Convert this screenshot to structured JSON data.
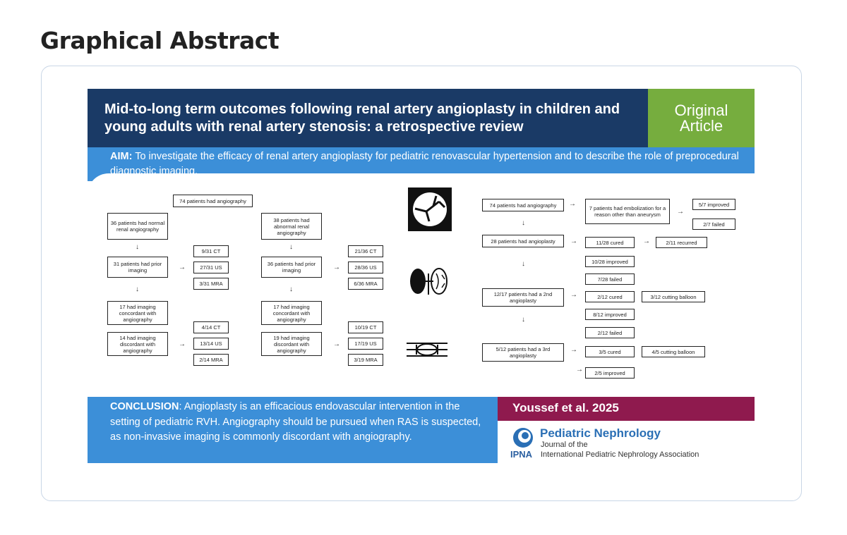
{
  "page": {
    "section_title": "Graphical Abstract"
  },
  "abstract": {
    "title_line1": "Mid-to-long term outcomes following renal artery angioplasty in children and",
    "title_line2": "young adults with renal artery stenosis: a retrospective review",
    "badge_line1": "Original",
    "badge_line2": "Article",
    "aim_label": "AIM:",
    "aim_text": " To investigate the efficacy of renal artery angioplasty for pediatric renovascular hypertension and to describe the role of preprocedural diagnostic imaging.",
    "conclusion_label": "CONCLUSION",
    "conclusion_text": ": Angioplasty is an efficacious endovascular intervention in the setting of pediatric RVH. Angiography should be pursued when RAS is suspected, as non-invasive imaging is commonly discordant with angiography.",
    "authors": "Youssef et al. 2025",
    "journal_name": "Pediatric Nephrology",
    "journal_sub1": "Journal of the",
    "journal_sub2": "International Pediatric Nephrology Association",
    "journal_abbr": "IPNA"
  },
  "flow_left": {
    "top": "74 patients had angiography",
    "normal": "36 patients had normal renal angiography",
    "abnormal": "38 patients had abnormal renal angiography",
    "normal_prior": "31 patients had prior imaging",
    "abnormal_prior": "36 patients had prior imaging",
    "normal_ct": "9/31 CT",
    "normal_us": "27/31 US",
    "normal_mra": "3/31 MRA",
    "abnormal_ct": "21/36 CT",
    "abnormal_us": "28/36 US",
    "abnormal_mra": "6/36 MRA",
    "normal_concordant": "17 had imaging concordant with angiography",
    "normal_discordant": "14 had imaging discordant with angiography",
    "abnormal_concordant": "17 had imaging concordant with angiography",
    "abnormal_discordant": "19 had imaging discordant with angiography",
    "nd_ct": "4/14 CT",
    "nd_us": "13/14 US",
    "nd_mra": "2/14 MRA",
    "ad_ct": "10/19 CT",
    "ad_us": "17/19 US",
    "ad_mra": "3/19 MRA"
  },
  "flow_right": {
    "top": "74 patients had angiography",
    "embol": "7 patients had embolization for a reason other than aneurysm",
    "embol_improved": "5/7 improved",
    "embol_failed": "2/7 failed",
    "angioplasty": "28 patients had angioplasty",
    "cured1": "11/28 cured",
    "recurred1": "2/11 recurred",
    "improved1": "10/28 improved",
    "failed1": "7/28 failed",
    "second": "12/17 patients had a 2nd angioplasty",
    "cured2": "2/12 cured",
    "balloon2": "3/12 cutting balloon",
    "improved2": "8/12 improved",
    "failed2": "2/12 failed",
    "third": "5/12 patients had a 3rd angioplasty",
    "cured3": "3/5 cured",
    "balloon3": "4/5 cutting balloon",
    "improved3": "2/5 improved"
  },
  "colors": {
    "header": "#1a3a66",
    "badge": "#76ad3e",
    "aim": "#3c8fd8",
    "author": "#8f1a4e"
  }
}
